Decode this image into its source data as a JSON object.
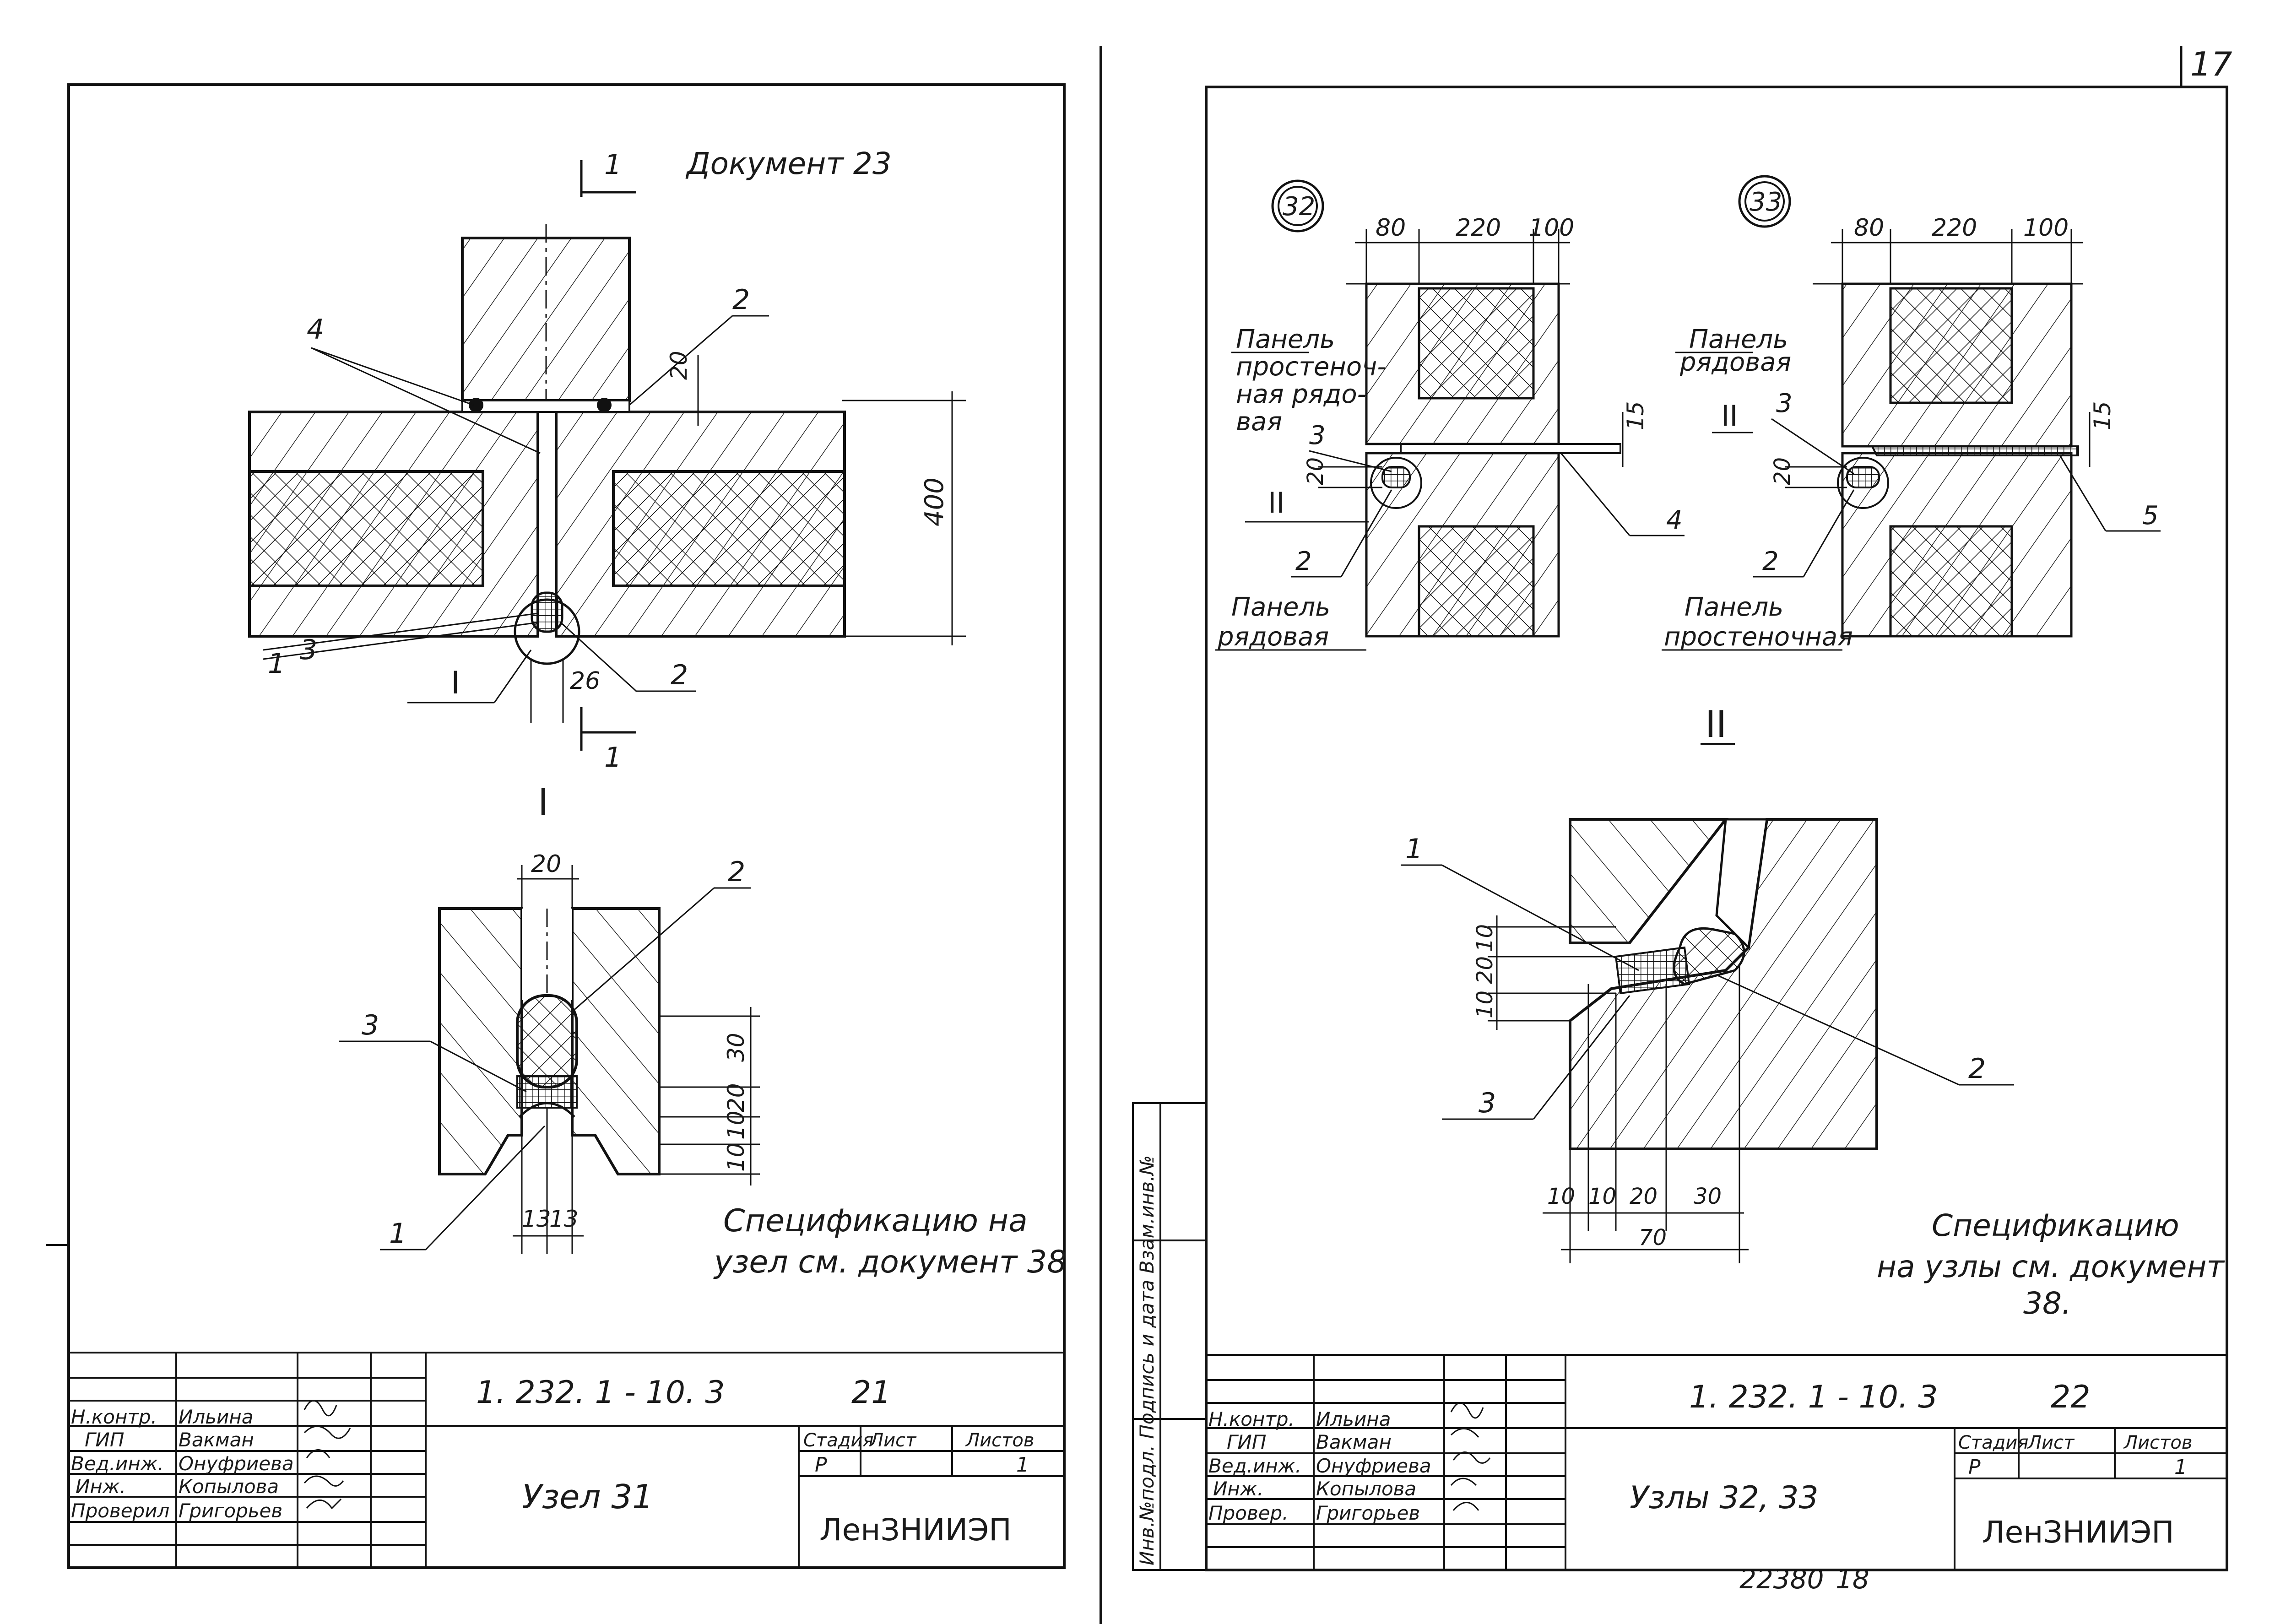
{
  "page_number": "17",
  "archive_number": "22380",
  "archive_sheet": "18",
  "left_sheet": {
    "note_top": "Документ 23",
    "node_callout": "I",
    "detail_title": "I",
    "section_mark": "1",
    "labels": {
      "l1": "1",
      "l2": "2",
      "l3": "3",
      "l4": "4"
    },
    "dims": {
      "d20": "20",
      "d400": "400",
      "d26": "26",
      "d20b": "20",
      "d30": "30",
      "d20c": "20",
      "d10": "10",
      "d10b": "10",
      "d13a": "13",
      "d13b": "13"
    },
    "spec_note_line1": "Спецификацию на",
    "spec_note_line2": "узел см. документ 38",
    "title_block": {
      "doc_code": "1. 232. 1 - 10. 3",
      "doc_number": "21",
      "drawing_title": "Узел 31",
      "stage_header": "Стадия",
      "sheet_header": "Лист",
      "sheets_header": "Листов",
      "stage": "Р",
      "sheets": "1",
      "org": "ЛенЗНИИЭП",
      "roles": [
        "Н.контр.",
        "ГИП",
        "Вед.инж.",
        "Инж.",
        "Проверил"
      ],
      "names": [
        "Ильина",
        "Вакман",
        "Онуфриева",
        "Копылова",
        "Григорьев"
      ]
    }
  },
  "right_sheet": {
    "node32": "32",
    "node33": "33",
    "dims32": {
      "a": "80",
      "b": "220",
      "c": "100",
      "t15": "15",
      "t20": "20"
    },
    "dims33": {
      "a": "80",
      "b": "220",
      "c": "100",
      "t15": "15",
      "t20": "20"
    },
    "labels32": {
      "panel_top_1": "Панель",
      "panel_top_2": "простеноч-",
      "panel_top_3": "ная рядо-",
      "panel_top_4": "вая",
      "panel_bottom_1": "Панель",
      "panel_bottom_2": "рядовая",
      "n3": "3",
      "n2": "2",
      "n4": "4",
      "ref": "II"
    },
    "labels33": {
      "panel_top_1": "Панель",
      "panel_top_2": "рядовая",
      "panel_bottom_1": "Панель",
      "panel_bottom_2": "простеночная",
      "n3": "3",
      "n2": "2",
      "n5": "5",
      "ref": "II"
    },
    "detail_title": "II",
    "detail_labels": {
      "n1": "1",
      "n2": "2",
      "n3": "3"
    },
    "detail_dims": {
      "v10": "10",
      "v20": "20",
      "v10b": "10",
      "h10": "10",
      "h10b": "10",
      "h20": "20",
      "h30": "30",
      "h70": "70"
    },
    "spec_note_line1": "Спецификацию",
    "spec_note_line2": "на узлы см. документ",
    "spec_note_line3": "38.",
    "side_stamp": "Инв.№подл. Подпись и дата Взам.инв.№",
    "title_block": {
      "doc_code": "1. 232. 1 - 10. 3",
      "doc_number": "22",
      "drawing_title": "Узлы 32, 33",
      "stage_header": "Стадия",
      "sheet_header": "Лист",
      "sheets_header": "Листов",
      "stage": "Р",
      "sheets": "1",
      "org": "ЛенЗНИИЭП",
      "roles": [
        "Н.контр.",
        "ГИП",
        "Вед.инж.",
        "Инж.",
        "Провер."
      ],
      "names": [
        "Ильина",
        "Вакман",
        "Онуфриева",
        "Копылова",
        "Григорьев"
      ]
    }
  }
}
